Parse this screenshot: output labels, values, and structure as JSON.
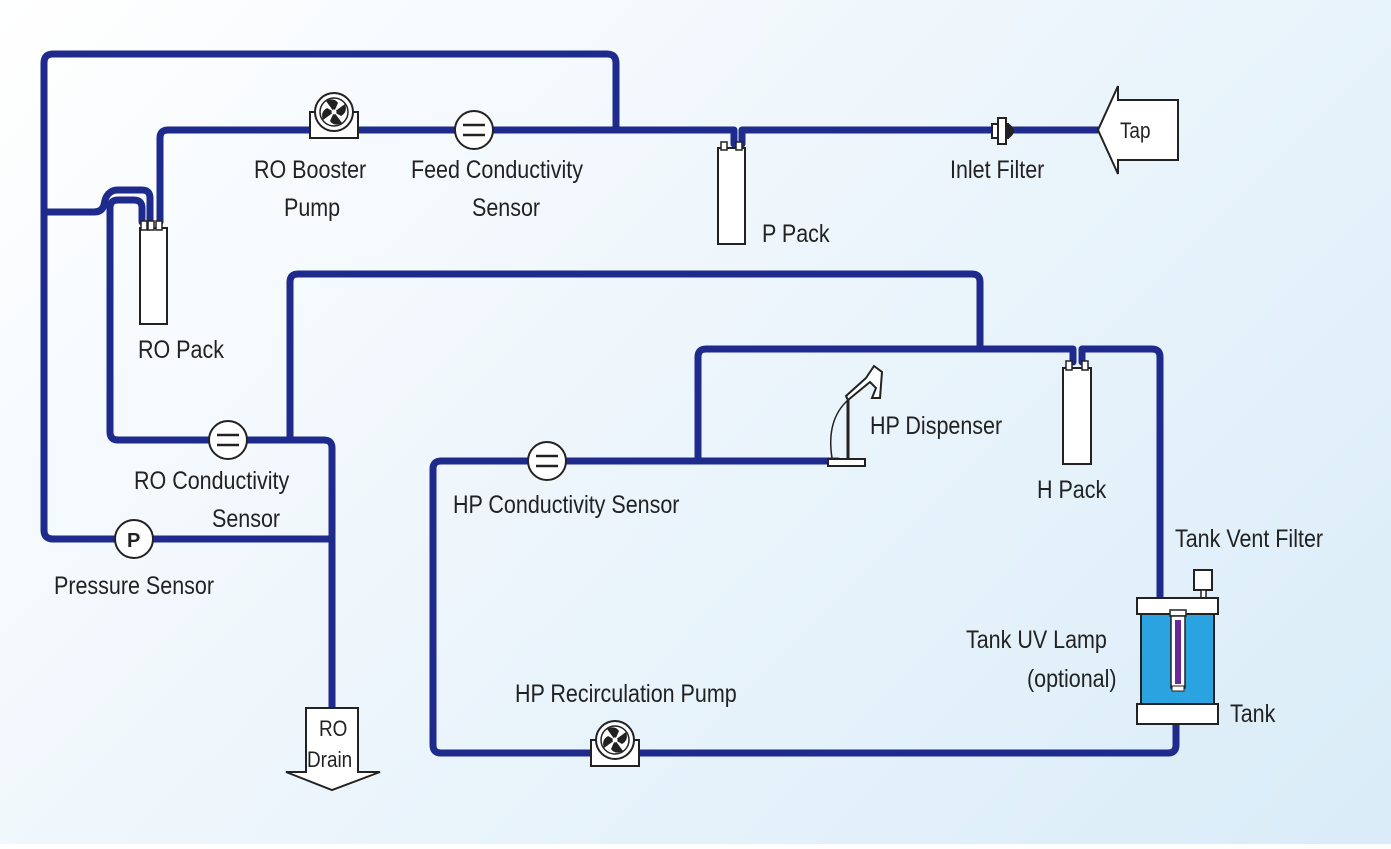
{
  "labels": {
    "tap": "Tap",
    "inlet_filter": "Inlet Filter",
    "p_pack": "P Pack",
    "ro_booster_pump_1": "RO Booster",
    "ro_booster_pump_2": "Pump",
    "feed_conductivity_1": "Feed Conductivity",
    "feed_conductivity_2": "Sensor",
    "ro_pack": "RO Pack",
    "ro_conductivity_1": "RO Conductivity",
    "ro_conductivity_2": "Sensor",
    "pressure_sensor": "Pressure Sensor",
    "pressure_symbol": "P",
    "ro_drain_1": "RO",
    "ro_drain_2": "Drain",
    "hp_dispenser": "HP Dispenser",
    "hp_conductivity": "HP Conductivity Sensor",
    "h_pack": "H Pack",
    "tank_vent_filter": "Tank Vent Filter",
    "tank_uv_lamp_1": "Tank UV Lamp",
    "tank_uv_lamp_2": "(optional)",
    "tank": "Tank",
    "hp_recirculation_pump": "HP Recirculation Pump"
  },
  "colors": {
    "pipe": "#1e2b8c",
    "tank_water": "#2aa3e0",
    "uv_lamp": "#6a2a9a"
  },
  "icons": [
    "pump-icon",
    "conductivity-sensor-icon",
    "pressure-sensor-icon",
    "cartridge-icon",
    "inlet-filter-icon",
    "dispenser-icon",
    "tank-icon",
    "vent-filter-icon",
    "uv-lamp-icon",
    "arrow-icon"
  ]
}
